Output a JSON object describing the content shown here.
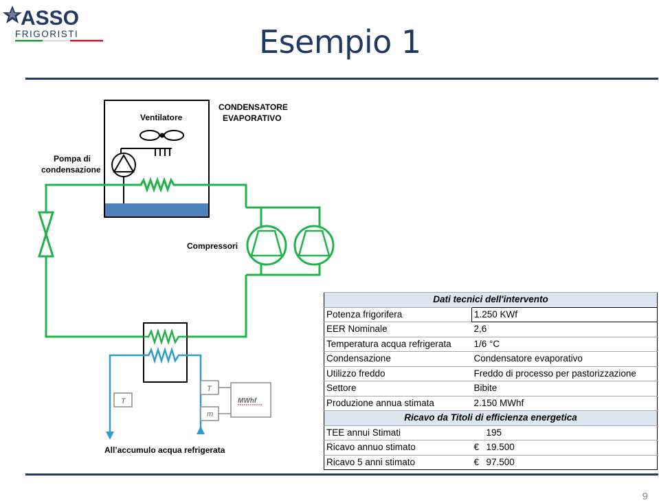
{
  "logo": {
    "line1": "ASSO",
    "line2": "FRIGORISTI"
  },
  "title": "Esempio 1",
  "page_number": "9",
  "diagram": {
    "labels": {
      "ventilatore": "Ventilatore",
      "condensatore_l1": "CONDENSATORE",
      "condensatore_l2": "EVAPORATIVO",
      "pompa_l1": "Pompa di",
      "pompa_l2": "condensazione",
      "compressori": "Compressori",
      "sensor_t1": "T",
      "sensor_t2": "T",
      "sensor_m": "m",
      "meter": "MWhf",
      "accumulo": "All’accumulo acqua refrigerata"
    },
    "colors": {
      "green": "#1fb34a",
      "blue": "#2e9bd0",
      "water": "#4f81bd",
      "gray": "#8c8c8c"
    }
  },
  "table": {
    "header1": "Dati tecnici dell'intervento",
    "rows1": [
      {
        "label": "Potenza frigorifera",
        "value": "1.250 KWf",
        "boxed": true
      },
      {
        "label": "EER Nominale",
        "value": "2,6"
      },
      {
        "label": "Temperatura acqua refrigerata",
        "value": "1/6 °C"
      },
      {
        "label": "Condensazione",
        "value": "Condensatore evaporativo"
      },
      {
        "label": "Utilizzo freddo",
        "value": "Freddo di processo per pastorizzazione"
      },
      {
        "label": "Settore",
        "value": "Bibite"
      },
      {
        "label": "Produzione annua stimata",
        "value": "2.150 MWhf"
      }
    ],
    "header2": "Ricavo da Titoli di efficienza energetica",
    "rows2": [
      {
        "label": "TEE annui Stimati",
        "currency": "",
        "value": "195"
      },
      {
        "label": "Ricavo annuo stimato",
        "currency": "€",
        "value": "19.500"
      },
      {
        "label": "Ricavo 5 anni stimato",
        "currency": "€",
        "value": "97.500"
      }
    ]
  }
}
